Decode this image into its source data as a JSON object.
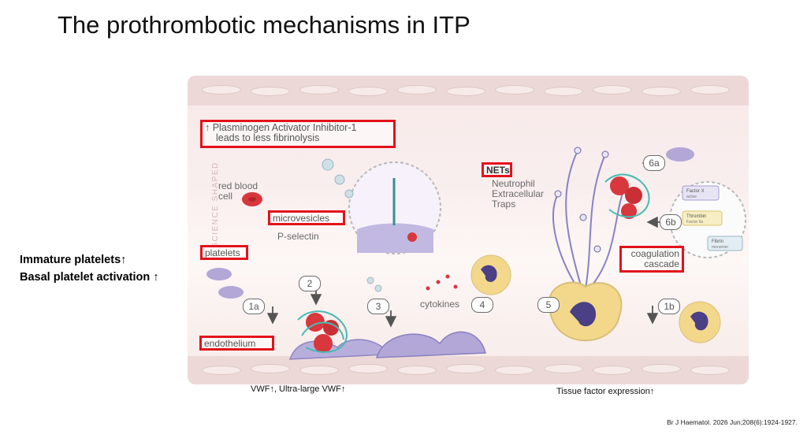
{
  "slide": {
    "title": "The prothrombotic mechanisms in ITP",
    "side_notes": [
      "Immature platelets↑",
      "Basal platelet activation ↑"
    ],
    "captions": {
      "vwf": "VWF↑, Ultra-large VWF↑",
      "tissue_factor": "Tissue factor expression↑"
    },
    "citation": "Br J Haematol. 2026 Jun;208(6):1924-1927."
  },
  "diagram": {
    "watermark": "© SCIENCE SHAPED",
    "labels": {
      "pai_line1": "↑ Plasminogen Activator Inhibitor-1",
      "pai_line2": "leads to less fibrinolysis",
      "red_blood_cell_line1": "red blood",
      "red_blood_cell_line2": "cell",
      "microvesicles": "microvesicles",
      "p_selectin": "P-selectin",
      "platelets": "platelets",
      "endothelium": "endothelium",
      "nets": "NETs",
      "neutrophil_line1": "Neutrophil",
      "neutrophil_line2": "Extracellular",
      "neutrophil_line3": "Traps",
      "cytokines": "cytokines",
      "coagulation_line1": "coagulation",
      "coagulation_line2": "cascade",
      "factor_x": "Factor X",
      "active": "active",
      "thrombin": "Thrombin",
      "factor_iia": "Factor IIa",
      "fibrin": "Fibrin",
      "monomer": "monomer"
    },
    "step_tags": [
      "1a",
      "2",
      "3",
      "4",
      "5",
      "1b",
      "6a",
      "6b"
    ],
    "colors": {
      "highlight_box": "#e3121b",
      "platelet": "#b3a7d8",
      "red_cell": "#d8373d",
      "net_strand": "#8a82c2",
      "neutrophil": "#f3d88c",
      "fibrin": "#49b9b3",
      "vessel_wall": "#ecd9d7"
    }
  }
}
